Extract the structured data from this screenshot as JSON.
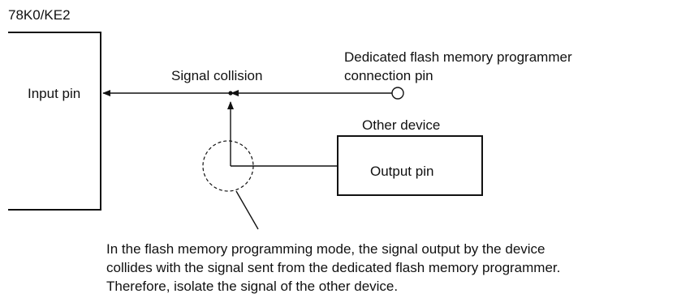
{
  "chip_label": "78K0/KE2",
  "input_pin_label": "Input pin",
  "signal_collision_label": "Signal collision",
  "programmer_label_line1": "Dedicated flash memory programmer",
  "programmer_label_line2": "connection pin",
  "other_device_label": "Other device",
  "output_pin_label": "Output pin",
  "note_lines": [
    "In the flash memory programming mode, the signal output by the device",
    "collides with the signal sent from the dedicated flash memory programmer.",
    "Therefore, isolate the signal of the other device."
  ]
}
